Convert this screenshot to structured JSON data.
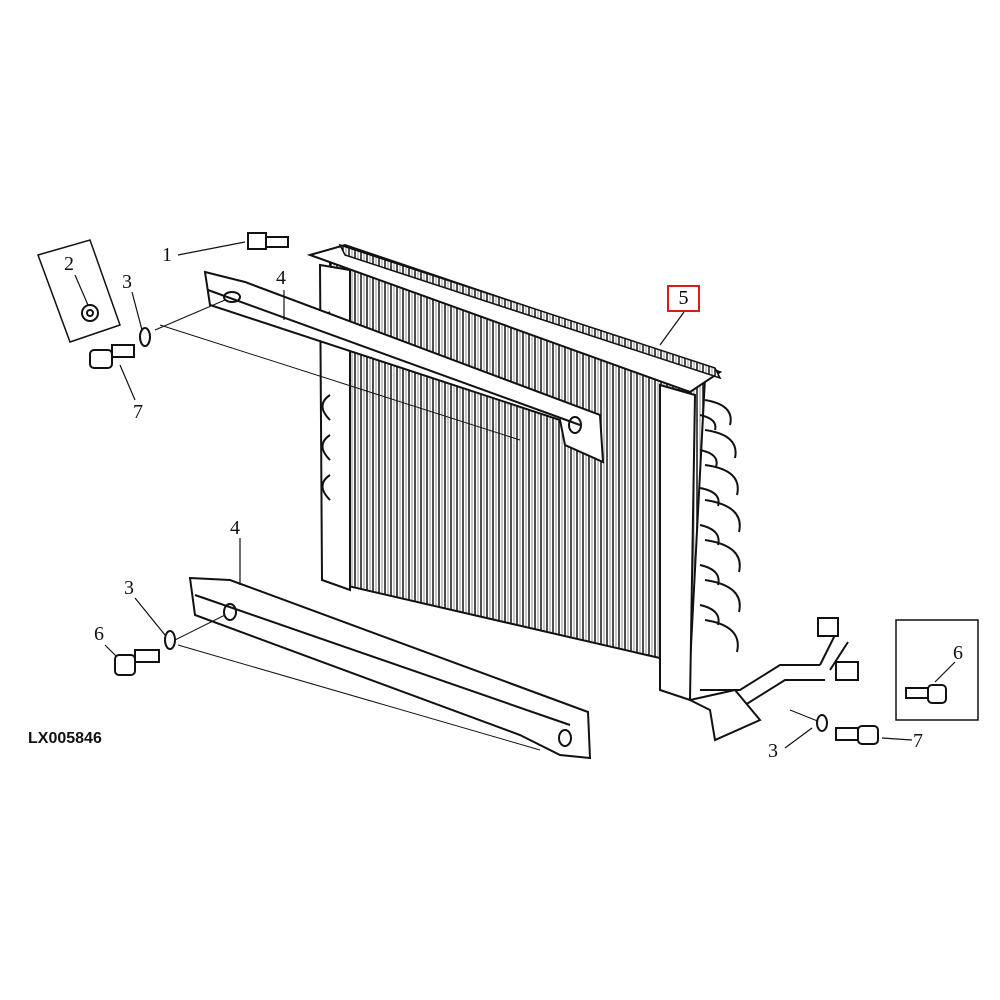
{
  "diagram": {
    "figure_code": "LX005846",
    "callouts": {
      "c1": "1",
      "c2": "2",
      "c3a": "3",
      "c3b": "3",
      "c3c": "3",
      "c4a": "4",
      "c4b": "4",
      "c5": "5",
      "c6a": "6",
      "c6b": "6",
      "c7a": "7",
      "c7b": "7"
    },
    "highlight_color": "#d81b1b"
  }
}
